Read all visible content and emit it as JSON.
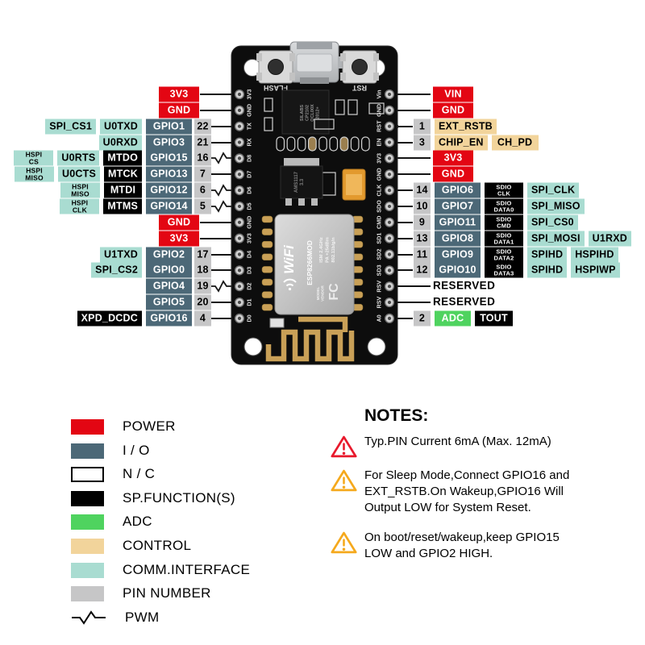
{
  "colors": {
    "power_red": "#E30613",
    "io_slate": "#4C6877",
    "comm_teal": "#A9DCD1",
    "control_tan": "#F2D49B",
    "pin_gray": "#C6C6C7",
    "adc_green": "#4FD35F",
    "sp_black": "#000000",
    "wire": "#141414",
    "warn_red": "#E8192C",
    "warn_yellow": "#F5A91D",
    "board_black": "#0D0D0D",
    "gold": "#C9A057"
  },
  "left_rows": [
    {
      "cells": [
        {
          "t": "3V3",
          "c": "red"
        }
      ]
    },
    {
      "cells": [
        {
          "t": "GND",
          "c": "red"
        }
      ]
    },
    {
      "cells": [
        {
          "t": "SPI_CS1",
          "c": "teal"
        },
        {
          "t": "U0TXD",
          "c": "teal"
        },
        {
          "t": "GPIO1",
          "c": "io"
        },
        {
          "t": "22",
          "c": "num"
        }
      ]
    },
    {
      "cells": [
        {
          "t": "U0RXD",
          "c": "teal"
        },
        {
          "t": "GPIO3",
          "c": "io"
        },
        {
          "t": "21",
          "c": "num"
        }
      ]
    },
    {
      "cells": [
        {
          "t": "HSPI\nCS",
          "c": "teal2"
        },
        {
          "t": "U0RTS",
          "c": "teal"
        },
        {
          "t": "MTDO",
          "c": "black"
        },
        {
          "t": "GPIO15",
          "c": "io"
        },
        {
          "t": "16",
          "c": "num"
        }
      ],
      "pwm": true
    },
    {
      "cells": [
        {
          "t": "HSPI\nMISO",
          "c": "teal2"
        },
        {
          "t": "U0CTS",
          "c": "teal"
        },
        {
          "t": "MTCK",
          "c": "black"
        },
        {
          "t": "GPIO13",
          "c": "io"
        },
        {
          "t": "7",
          "c": "num"
        }
      ]
    },
    {
      "cells": [
        {
          "t": "HSPI\nMISO",
          "c": "teal2"
        },
        {
          "t": "MTDI",
          "c": "black"
        },
        {
          "t": "GPIO12",
          "c": "io"
        },
        {
          "t": "6",
          "c": "num"
        }
      ],
      "pwm": true
    },
    {
      "cells": [
        {
          "t": "HSPI\nCLK",
          "c": "teal2"
        },
        {
          "t": "MTMS",
          "c": "black"
        },
        {
          "t": "GPIO14",
          "c": "io"
        },
        {
          "t": "5",
          "c": "num"
        }
      ],
      "pwm": true
    },
    {
      "cells": [
        {
          "t": "GND",
          "c": "red"
        }
      ]
    },
    {
      "cells": [
        {
          "t": "3V3",
          "c": "red"
        }
      ]
    },
    {
      "cells": [
        {
          "t": "U1TXD",
          "c": "teal"
        },
        {
          "t": "GPIO2",
          "c": "io"
        },
        {
          "t": "17",
          "c": "num"
        }
      ]
    },
    {
      "cells": [
        {
          "t": "SPI_CS2",
          "c": "teal"
        },
        {
          "t": "GPIO0",
          "c": "io"
        },
        {
          "t": "18",
          "c": "num"
        }
      ]
    },
    {
      "cells": [
        {
          "t": "GPIO4",
          "c": "io"
        },
        {
          "t": "19",
          "c": "num"
        }
      ],
      "pwm": true
    },
    {
      "cells": [
        {
          "t": "GPIO5",
          "c": "io"
        },
        {
          "t": "20",
          "c": "num"
        }
      ]
    },
    {
      "cells": [
        {
          "t": "XPD_DCDC",
          "c": "black"
        },
        {
          "t": "GPIO16",
          "c": "io"
        },
        {
          "t": "4",
          "c": "num"
        }
      ]
    }
  ],
  "right_rows": [
    {
      "cells": [
        {
          "t": "VIN",
          "c": "red"
        }
      ]
    },
    {
      "cells": [
        {
          "t": "GND",
          "c": "red"
        }
      ]
    },
    {
      "cells": [
        {
          "t": "1",
          "c": "num"
        },
        {
          "t": "EXT_RSTB",
          "c": "tan"
        }
      ],
      "dot": true
    },
    {
      "cells": [
        {
          "t": "3",
          "c": "num"
        },
        {
          "t": "CHIP_EN",
          "c": "tan"
        },
        {
          "t": "CH_PD",
          "c": "tan"
        }
      ]
    },
    {
      "cells": [
        {
          "t": "3V3",
          "c": "red"
        }
      ]
    },
    {
      "cells": [
        {
          "t": "GND",
          "c": "red"
        }
      ]
    },
    {
      "cells": [
        {
          "t": "14",
          "c": "num"
        },
        {
          "t": "GPIO6",
          "c": "io"
        },
        {
          "t": "SDIO\nCLK",
          "c": "black2"
        },
        {
          "t": "SPI_CLK",
          "c": "teal"
        }
      ]
    },
    {
      "cells": [
        {
          "t": "10",
          "c": "num"
        },
        {
          "t": "GPIO7",
          "c": "io"
        },
        {
          "t": "SDIO\nDATA0",
          "c": "black2"
        },
        {
          "t": "SPI_MISO",
          "c": "teal"
        }
      ]
    },
    {
      "cells": [
        {
          "t": "9",
          "c": "num"
        },
        {
          "t": "GPIO11",
          "c": "io"
        },
        {
          "t": "SDIO\nCMD",
          "c": "black2"
        },
        {
          "t": "SPI_CS0",
          "c": "teal"
        }
      ]
    },
    {
      "cells": [
        {
          "t": "13",
          "c": "num"
        },
        {
          "t": "GPIO8",
          "c": "io"
        },
        {
          "t": "SDIO\nDATA1",
          "c": "black2"
        },
        {
          "t": "SPI_MOSI",
          "c": "teal"
        },
        {
          "t": "U1RXD",
          "c": "teal"
        }
      ]
    },
    {
      "cells": [
        {
          "t": "11",
          "c": "num"
        },
        {
          "t": "GPIO9",
          "c": "io"
        },
        {
          "t": "SDIO\nDATA2",
          "c": "black2"
        },
        {
          "t": "SPIHD",
          "c": "teal"
        },
        {
          "t": "HSPIHD",
          "c": "teal"
        }
      ]
    },
    {
      "cells": [
        {
          "t": "12",
          "c": "num"
        },
        {
          "t": "GPIO10",
          "c": "io"
        },
        {
          "t": "SDIO\nDATA3",
          "c": "black2"
        },
        {
          "t": "SPIHD",
          "c": "teal"
        },
        {
          "t": "HSPIWP",
          "c": "teal"
        }
      ]
    },
    {
      "cells": [
        {
          "t": "RESERVED",
          "c": "plain"
        }
      ]
    },
    {
      "cells": [
        {
          "t": "RESERVED",
          "c": "plain"
        }
      ]
    },
    {
      "cells": [
        {
          "t": "2",
          "c": "num"
        },
        {
          "t": "ADC",
          "c": "green"
        },
        {
          "t": "TOUT",
          "c": "black"
        }
      ]
    }
  ],
  "board": {
    "flash_label": "FLASH",
    "rst_label": "RST",
    "usb_chip": [
      "SILABS",
      "CP2102",
      "QCL00X",
      "2012+"
    ],
    "regulator": [
      "AMS1117",
      "3.3"
    ],
    "module": {
      "wifi": "WiFi",
      "model": "ESP8266MOD",
      "specs": [
        "ISM 2.4GHz",
        "PA +25dBm",
        "802.11b/g/n"
      ],
      "model_vendor": [
        "MODEL",
        "VENDOR"
      ],
      "fcc": "FC"
    },
    "left_silk": [
      "3V3",
      "GND",
      "TX",
      "RX",
      "D8",
      "D7",
      "D6",
      "D5",
      "GND",
      "3V3",
      "D4",
      "D3",
      "D2",
      "D1",
      "D0"
    ],
    "right_silk": [
      "Vin",
      "GND",
      "RST",
      "EN",
      "3V3",
      "GND",
      "CLK",
      "SDO",
      "CMD",
      "SD1",
      "SD2",
      "SD3",
      "RSV",
      "RSV",
      "A0"
    ]
  },
  "legend": {
    "items": [
      {
        "label": "POWER",
        "swatch": "red"
      },
      {
        "label": "I / O",
        "swatch": "io"
      },
      {
        "label": "N / C",
        "swatch": "nc"
      },
      {
        "label": "SP.FUNCTION(S)",
        "swatch": "black"
      },
      {
        "label": "ADC",
        "swatch": "green"
      },
      {
        "label": "CONTROL",
        "swatch": "tan"
      },
      {
        "label": "COMM.INTERFACE",
        "swatch": "teal"
      },
      {
        "label": "PIN NUMBER",
        "swatch": "gray"
      },
      {
        "label": "PWM",
        "swatch": "pwm"
      }
    ]
  },
  "notes": {
    "title": "NOTES:",
    "items": [
      {
        "level": "red",
        "text": "Typ.PIN Current 6mA (Max. 12mA)"
      },
      {
        "level": "yellow",
        "text": "For Sleep Mode,Connect GPIO16 and EXT_RSTB.On Wakeup,GPIO16 Will Output LOW for System Reset."
      },
      {
        "level": "yellow",
        "text": "On boot/reset/wakeup,keep GPIO15 LOW and GPIO2 HIGH."
      }
    ]
  }
}
